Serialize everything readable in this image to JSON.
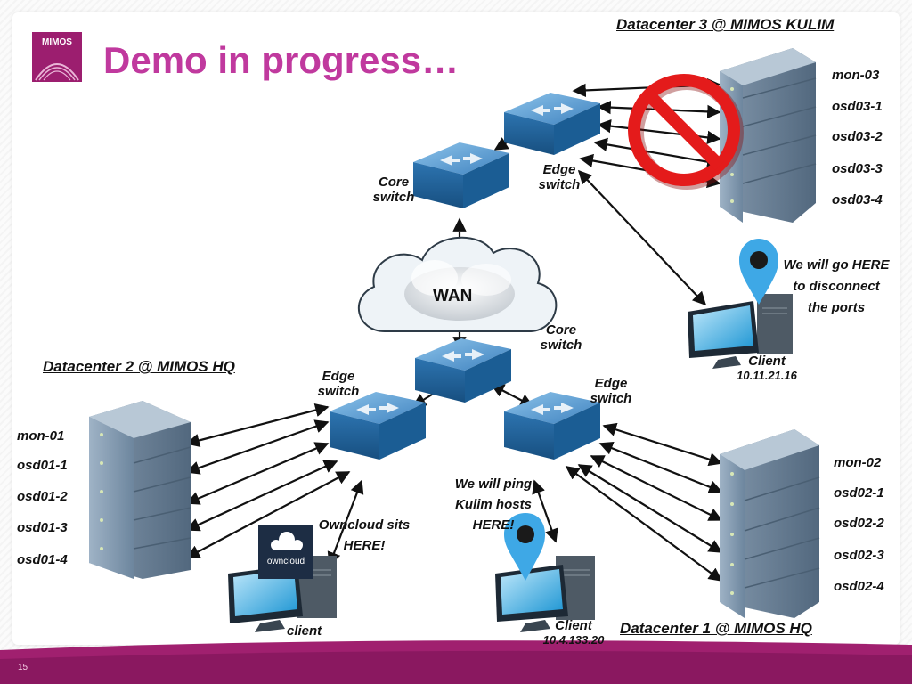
{
  "slide": {
    "title": "Demo in progress…",
    "page_number": "15",
    "logo_text": "MIMOS"
  },
  "colors": {
    "title": "#c0399e",
    "logo_bg": "#9c1e6f",
    "switch_top": "#5e9ccf",
    "switch_side": "#1f5f95",
    "server_body": "#7c95ad",
    "monitor_screen": "#2ca8e0",
    "pin": "#3ea8e6",
    "prohibit": "#e41b1b",
    "footer": "#a0206f"
  },
  "datacenters": {
    "dc3": "Datacenter 3 @ MIMOS KULIM",
    "dc2": "Datacenter 2 @ MIMOS HQ",
    "dc1": "Datacenter 1 @ MIMOS HQ"
  },
  "servers": {
    "dc3": [
      "mon-03",
      "osd03-1",
      "osd03-2",
      "osd03-3",
      "osd03-4"
    ],
    "dc2": [
      "mon-01",
      "osd01-1",
      "osd01-2",
      "osd01-3",
      "osd01-4"
    ],
    "dc1": [
      "mon-02",
      "osd02-1",
      "osd02-2",
      "osd02-3",
      "osd02-4"
    ]
  },
  "network": {
    "core_switch": [
      "Core",
      "switch"
    ],
    "edge_switch": [
      "Edge",
      "switch"
    ],
    "wan": "WAN"
  },
  "annotations": {
    "disconnect": [
      "We will go HERE",
      "to disconnect",
      "the ports"
    ],
    "ping": [
      "We will ping",
      "Kulim hosts",
      "HERE!"
    ],
    "owncloud": [
      "Owncloud sits",
      "HERE!"
    ],
    "owncloud_logo": "owncloud"
  },
  "clients": {
    "kulim": {
      "label": "Client",
      "ip": "10.11.21.16"
    },
    "hq": {
      "label": "Client",
      "ip": "10.4.133.20"
    },
    "owncloud": {
      "label": "client"
    }
  }
}
